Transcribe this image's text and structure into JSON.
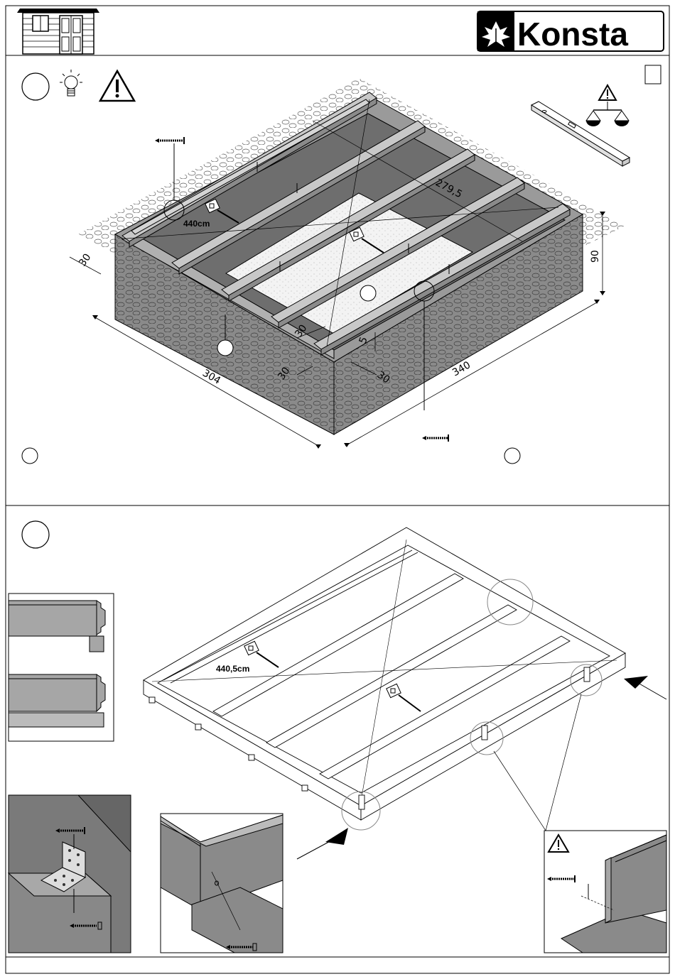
{
  "header": {
    "brand": "Konsta",
    "logo_icon": "leaf-logo-icon",
    "thumbnail_icon": "garden-house-icon"
  },
  "step1": {
    "icons": [
      "lightbulb-icon",
      "warning-triangle-icon",
      "spirit-level-icon",
      "balance-scale-icon",
      "screw-icon",
      "tape-measure-icon"
    ],
    "dims": {
      "diag": "440cm",
      "diag_inner": "279,5",
      "height": "90",
      "left_overhang": "30",
      "inner_a": "30",
      "inner_b": "5",
      "bottom_a": "30",
      "bottom_b": "30",
      "length": "304",
      "width": "340"
    }
  },
  "step2": {
    "diag": "440,5cm",
    "icons": [
      "tape-measure-icon",
      "direction-arrow-icon",
      "metal-angle-bracket-icon",
      "screw-icon",
      "warning-triangle-icon"
    ]
  },
  "colors": {
    "concrete_dark": "#6e6e6e",
    "concrete_mid": "#9a9a9a",
    "wood": "#a6a6a6",
    "light": "#e8e8e8"
  }
}
